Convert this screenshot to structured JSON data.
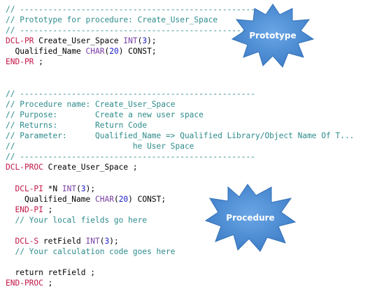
{
  "code_lines": [
    [
      {
        "cls": "c",
        "text": "// --------------------------------------------------"
      }
    ],
    [
      {
        "cls": "c",
        "text": "// Prototype for procedure: Create_User_Space"
      }
    ],
    [
      {
        "cls": "c",
        "text": "// --------------------------------------------------"
      }
    ],
    [
      {
        "cls": "k",
        "text": "DCL-PR"
      },
      {
        "cls": "p",
        "text": " Create_User_Space "
      },
      {
        "cls": "t",
        "text": "INT"
      },
      {
        "cls": "p",
        "text": "("
      },
      {
        "cls": "n",
        "text": "3"
      },
      {
        "cls": "p",
        "text": ");"
      }
    ],
    [
      {
        "cls": "p",
        "text": "  Qualified_Name "
      },
      {
        "cls": "t",
        "text": "CHAR"
      },
      {
        "cls": "p",
        "text": "("
      },
      {
        "cls": "n",
        "text": "20"
      },
      {
        "cls": "p",
        "text": ") CONST;"
      }
    ],
    [
      {
        "cls": "k",
        "text": "END-PR"
      },
      {
        "cls": "p",
        "text": " ;"
      }
    ],
    [],
    [],
    [
      {
        "cls": "c",
        "text": "// --------------------------------------------------"
      }
    ],
    [
      {
        "cls": "c",
        "text": "// Procedure name: Create_User_Space"
      }
    ],
    [
      {
        "cls": "c",
        "text": "// Purpose:        Create a new user space"
      }
    ],
    [
      {
        "cls": "c",
        "text": "// Returns:        Return Code"
      }
    ],
    [
      {
        "cls": "c",
        "text": "// Parameter:      Qualified_Name => Qualified Library/Object Name Of T..."
      }
    ],
    [
      {
        "cls": "c",
        "text": "//                         he User Space"
      }
    ],
    [
      {
        "cls": "c",
        "text": "// --------------------------------------------------"
      }
    ],
    [
      {
        "cls": "k",
        "text": "DCL-PROC"
      },
      {
        "cls": "p",
        "text": " Create_User_Space ;"
      }
    ],
    [],
    [
      {
        "cls": "p",
        "text": "  "
      },
      {
        "cls": "k",
        "text": "DCL-PI"
      },
      {
        "cls": "p",
        "text": " *N "
      },
      {
        "cls": "t",
        "text": "INT"
      },
      {
        "cls": "p",
        "text": "("
      },
      {
        "cls": "n",
        "text": "3"
      },
      {
        "cls": "p",
        "text": ");"
      }
    ],
    [
      {
        "cls": "p",
        "text": "    Qualified_Name "
      },
      {
        "cls": "t",
        "text": "CHAR"
      },
      {
        "cls": "p",
        "text": "("
      },
      {
        "cls": "n",
        "text": "20"
      },
      {
        "cls": "p",
        "text": ") CONST;"
      }
    ],
    [
      {
        "cls": "p",
        "text": "  "
      },
      {
        "cls": "k",
        "text": "END-PI"
      },
      {
        "cls": "p",
        "text": " ;"
      }
    ],
    [
      {
        "cls": "c",
        "text": "  // Your local fields go here"
      }
    ],
    [],
    [
      {
        "cls": "p",
        "text": "  "
      },
      {
        "cls": "k",
        "text": "DCL-S"
      },
      {
        "cls": "p",
        "text": " retField "
      },
      {
        "cls": "t",
        "text": "INT"
      },
      {
        "cls": "p",
        "text": "("
      },
      {
        "cls": "n",
        "text": "3"
      },
      {
        "cls": "p",
        "text": ");"
      }
    ],
    [
      {
        "cls": "c",
        "text": "  // Your calculation code goes here"
      }
    ],
    [],
    [
      {
        "cls": "p",
        "text": "  return retField ;"
      }
    ],
    [
      {
        "cls": "k",
        "text": "END-PROC"
      },
      {
        "cls": "p",
        "text": " ;"
      }
    ]
  ],
  "callouts": {
    "prototype": "Prototype",
    "procedure": "Procedure"
  },
  "colors": {
    "comment": "#2e8b8b",
    "keyword": "#c21848",
    "type": "#7b3fa6",
    "number": "#1a1acc",
    "burst_fill": "#4f8fd6",
    "burst_stroke": "#3b78c0"
  }
}
